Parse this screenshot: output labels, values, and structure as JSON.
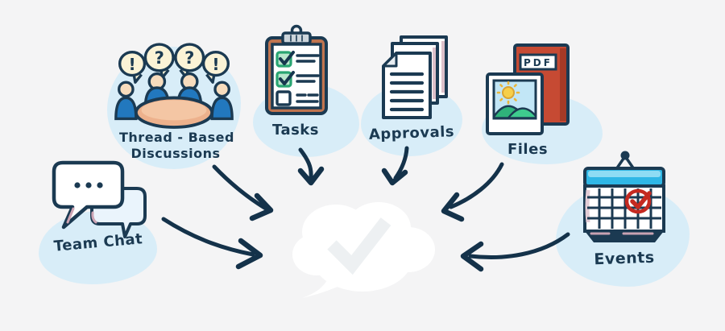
{
  "canvas": {
    "background": "#f4f4f5",
    "ink_navy": "#1b3a52",
    "blob_blue": "#d8edf8",
    "hub_check_gray": "#edf0f2"
  },
  "nodes": {
    "team_chat": {
      "label": "Team Chat",
      "icon": "chat-bubbles-icon"
    },
    "thread_discussions": {
      "label_line1": "Thread - Based",
      "label_line2": "Discussions",
      "icon": "round-table-discussion-icon",
      "bubble_glyphs": [
        "!",
        "?",
        "?",
        "!"
      ]
    },
    "tasks": {
      "label": "Tasks",
      "icon": "clipboard-checklist-icon"
    },
    "approvals": {
      "label": "Approvals",
      "icon": "document-stack-icon"
    },
    "files": {
      "label": "Files",
      "pdf_badge": "PDF",
      "icon": "pdf-photo-files-icon"
    },
    "events": {
      "label": "Events",
      "icon": "calendar-checked-icon"
    },
    "hub": {
      "icon": "cloud-speech-checkmark-icon"
    }
  },
  "palette": {
    "person_blue": "#2278be",
    "skin_tan": "#f7dcbd",
    "table_salmon": "#edb18c",
    "bubble_cream": "#fbf3d6",
    "clipboard_brown": "#c0744f",
    "checkbox_green": "#29a572",
    "pdf_red": "#c64a33",
    "photo_sky": "#c2e6f6",
    "sun_yellow": "#f6cf4a",
    "hill_green": "#3ecb8e",
    "calendar_cyan": "#2fb7e6",
    "mark_red": "#c42a21",
    "accent_mauve": "#d9b8c6"
  }
}
